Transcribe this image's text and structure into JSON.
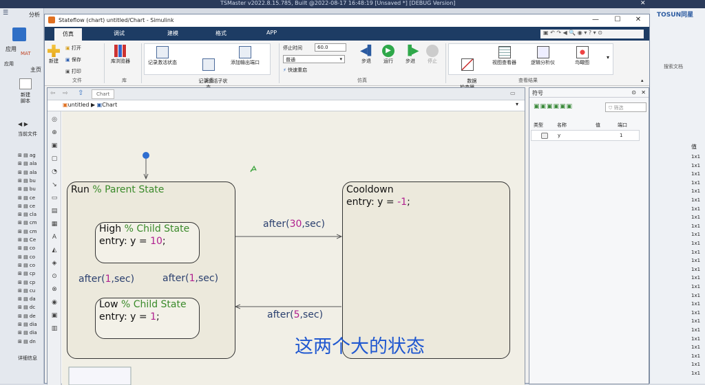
{
  "host": {
    "title": "TSMaster v2022.8.15.785, Built @2022-08-17 16:48:19 [Unsaved *] [DEBUG Version]",
    "tab_analysis": "分析",
    "app_label": "应用",
    "main_label": "主页",
    "new_script": "新建\n脚本",
    "matlab_label": "MAT",
    "current_file": "当前文件",
    "details": "详细信息",
    "brand": "TOSUN同星",
    "search_docs": "搜索文档",
    "value_header": "值",
    "value_cell": "1x1",
    "file_prefixes": [
      "ag",
      "ala",
      "ala",
      "bu",
      "bu",
      "ce",
      "ce",
      "cla",
      "cm",
      "cm",
      "Ce",
      "co",
      "co",
      "co",
      "cp",
      "cp",
      "cu",
      "da",
      "dc",
      "de",
      "dia",
      "dia",
      "dn"
    ]
  },
  "window": {
    "title": "Stateflow (chart) untitled/Chart - Simulink",
    "minimize": "—",
    "maximize": "☐",
    "close": "✕"
  },
  "ribbon_tabs": [
    "仿真",
    "调试",
    "建模",
    "格式",
    "APP"
  ],
  "ribbon": {
    "new": "新建",
    "open": "打开",
    "save": "保存",
    "print": "打印",
    "group_file": "文件",
    "library_browser": "库浏览器",
    "group_library": "库",
    "log_active_state": "记录激活状态",
    "log_active_child_state": "记录激活子状\n态",
    "add_output_port": "添加输出端口",
    "group_prepare": "准备",
    "stop_time_label": "停止时间",
    "stop_time_value": "60.0",
    "mode_value": "普通",
    "fast_restart": "快速重启",
    "step_back": "步退",
    "run": "运行",
    "step_forward": "步进",
    "stop": "停止",
    "group_simulation": "仿真",
    "data_inspector": "数据\n检查器",
    "video_viewer": "视图查看器",
    "logic_analyzer": "逻辑分析仪",
    "birds_eye": "鸟瞰图",
    "group_review": "查看结果"
  },
  "canvas": {
    "tab": "Chart",
    "breadcrumb_root": "untitled",
    "breadcrumb_child": "Chart"
  },
  "chart": {
    "run_state": {
      "name": "Run",
      "comment": "% Parent State"
    },
    "high_state": {
      "name": "High",
      "comment": "% Child State",
      "entry_prefix": "entry: y = ",
      "entry_value": "10",
      "entry_suffix": ";"
    },
    "low_state": {
      "name": "Low",
      "comment": "% Child State",
      "entry_prefix": "entry: y = ",
      "entry_value": "1",
      "entry_suffix": ";"
    },
    "cooldown_state": {
      "name": "Cooldown",
      "entry_prefix": "entry: y = ",
      "entry_value": "-1",
      "entry_suffix": ";"
    },
    "transitions": {
      "run_to_cooldown": {
        "fn": "after(",
        "value": "30",
        "unit": ",sec)"
      },
      "cooldown_to_run": {
        "fn": "after(",
        "value": "5",
        "unit": ",sec)"
      },
      "high_to_low": {
        "fn": "after(",
        "value": "1",
        "unit": ",sec)"
      },
      "low_to_high": {
        "fn": "after(",
        "value": "1",
        "unit": ",sec)"
      }
    }
  },
  "subtitle": "这两个大的状态",
  "symbols": {
    "title": "符号",
    "filter_placeholder": "筛选",
    "headers": [
      "类型",
      "名称",
      "值",
      "端口"
    ],
    "row": {
      "name": "y",
      "value": "",
      "port": "1"
    }
  }
}
